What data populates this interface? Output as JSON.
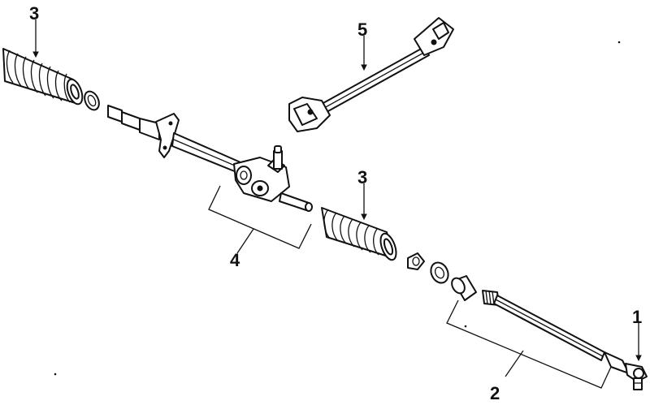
{
  "callouts": {
    "c1": "1",
    "c2": "2",
    "c3a": "3",
    "c3b": "3",
    "c4": "4",
    "c5": "5"
  },
  "colors": {
    "ink": "#111111",
    "paper": "#ffffff"
  }
}
